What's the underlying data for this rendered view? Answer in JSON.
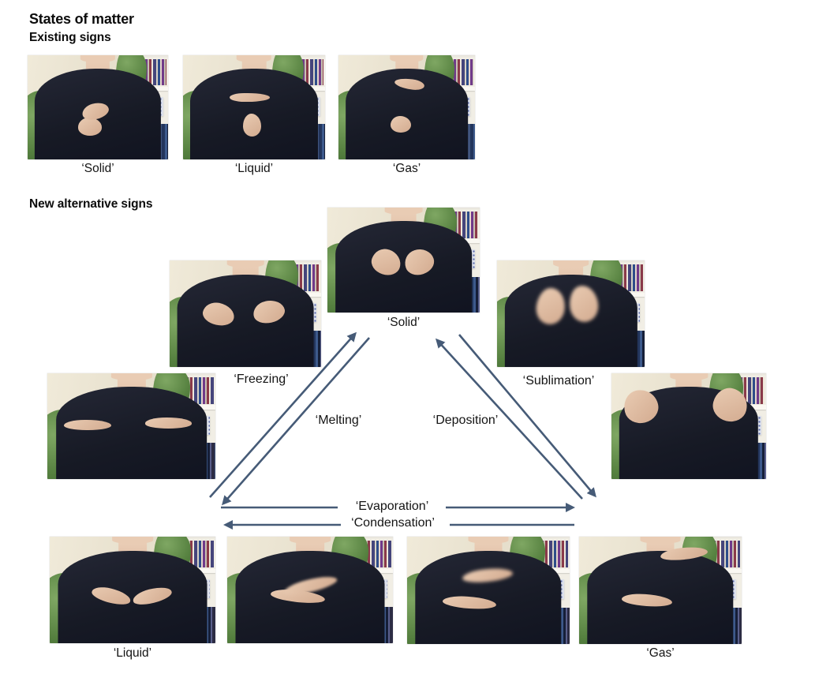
{
  "title": "States of matter",
  "existing_section": {
    "heading": "Existing signs",
    "photos": [
      {
        "label": "‘Solid’",
        "sign": "one fist stacked on the other"
      },
      {
        "label": "‘Liquid’",
        "sign": "horizontal index finger above an upturned thumb"
      },
      {
        "label": "‘Gas’",
        "sign": "index finger pointed at chest above a closed fist"
      }
    ]
  },
  "new_section": {
    "heading": "New alternative signs",
    "states": {
      "solid": {
        "label": "‘Solid’",
        "sign": "curved hands brought together, fingertips touching"
      },
      "liquid": {
        "label": "‘Liquid’",
        "sign": "flat hands with fingertips meeting at centre"
      },
      "gas": {
        "label": "‘Gas’",
        "sign": "one flat hand raised high, one low"
      }
    },
    "intermediate_photos": [
      {
        "sign": "curved hands apart at chest height"
      },
      {
        "sign": "blurred hands rising at chest"
      },
      {
        "sign": "flat hands apart, palms down"
      },
      {
        "sign": "hands raised with spread fingers"
      },
      {
        "sign": "flat hands crossing at chest"
      },
      {
        "sign": "blurred flat hand sweeping above a flat hand"
      }
    ],
    "transitions": {
      "freezing": "‘Freezing’",
      "melting": "‘Melting’",
      "sublimation": "‘Sublimation’",
      "deposition": "‘Deposition’",
      "evaporation": "‘Evaporation’",
      "condensation": "‘Condensation’"
    }
  },
  "colors": {
    "arrow": "#465b77"
  }
}
